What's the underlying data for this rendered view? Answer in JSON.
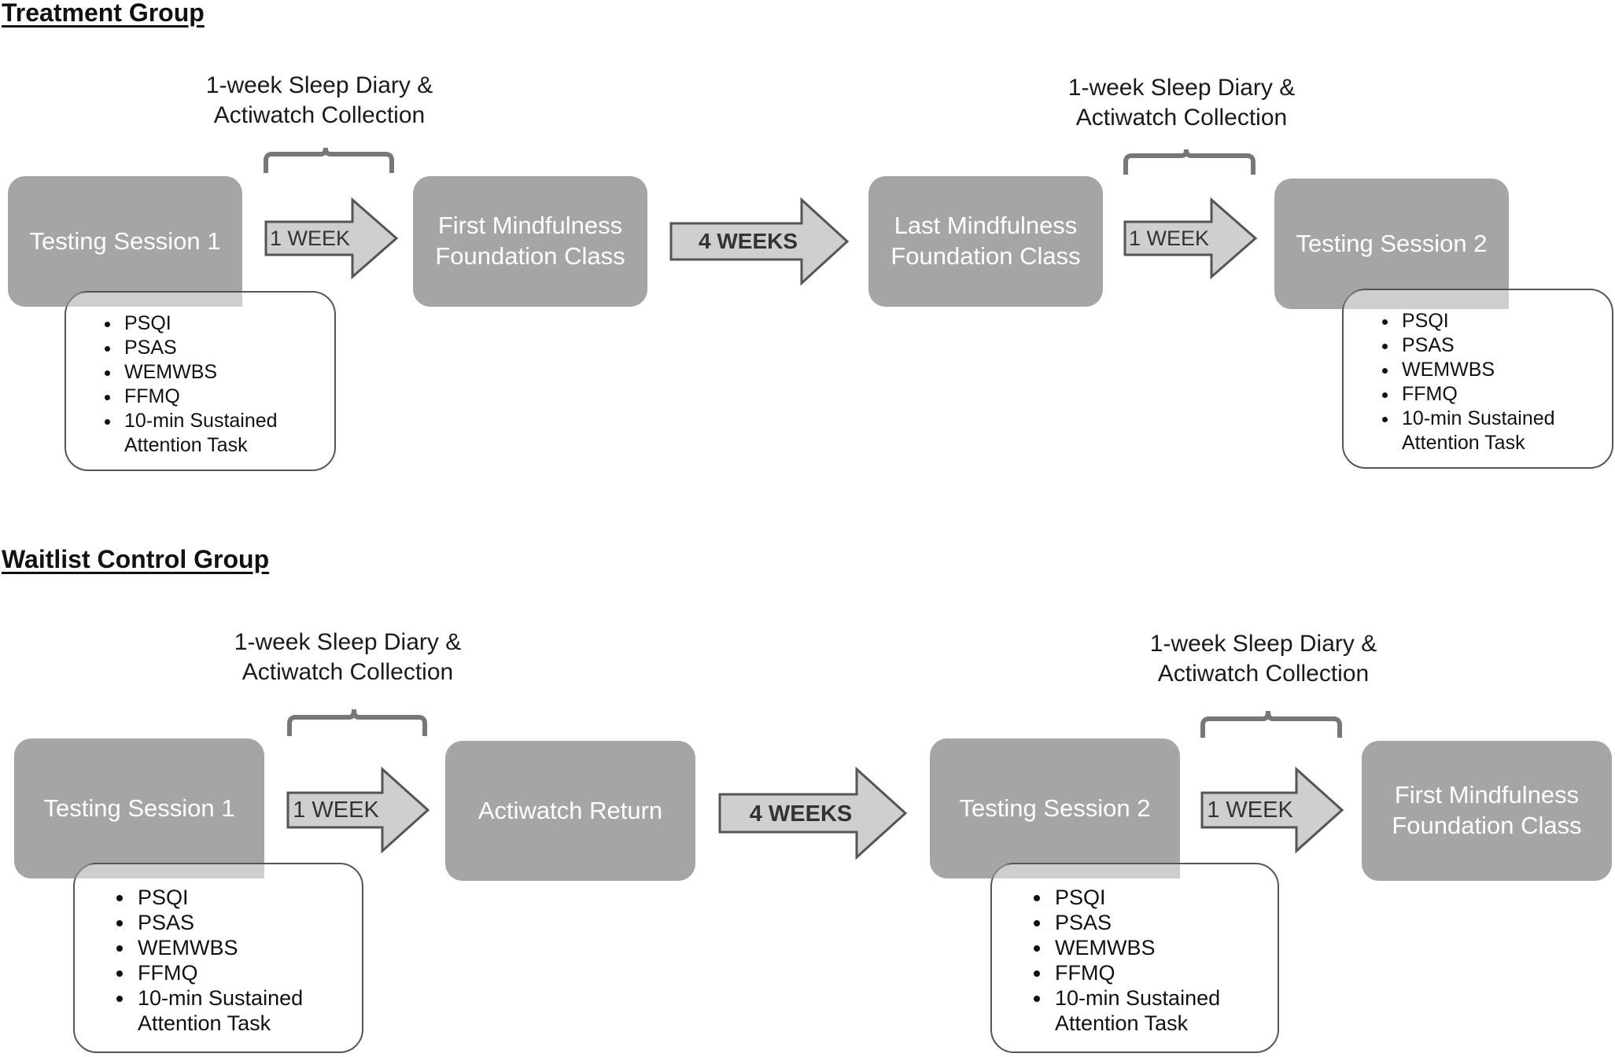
{
  "treatment": {
    "title": "Treatment Group",
    "collection_left": {
      "line1": "1-week Sleep Diary &",
      "line2": "Actiwatch Collection"
    },
    "collection_right": {
      "line1": "1-week Sleep Diary &",
      "line2": "Actiwatch Collection"
    },
    "session1": "Testing Session 1",
    "arrow1": "1 WEEK",
    "first_class": {
      "line1": "First Mindfulness",
      "line2": "Foundation Class"
    },
    "arrow2": "4 WEEKS",
    "last_class": {
      "line1": "Last Mindfulness",
      "line2": "Foundation Class"
    },
    "arrow3": "1 WEEK",
    "session2": "Testing Session 2",
    "measures_1": [
      "PSQI",
      "PSAS",
      "WEMWBS",
      "FFMQ",
      "10-min Sustained",
      "Attention Task"
    ],
    "measures_2": [
      "PSQI",
      "PSAS",
      "WEMWBS",
      "FFMQ",
      "10-min Sustained",
      "Attention Task"
    ]
  },
  "waitlist": {
    "title": "Waitlist Control Group",
    "collection_left": {
      "line1": "1-week Sleep Diary &",
      "line2": "Actiwatch Collection"
    },
    "collection_right": {
      "line1": "1-week Sleep Diary &",
      "line2": "Actiwatch Collection"
    },
    "session1": "Testing Session 1",
    "arrow1": "1 WEEK",
    "return": "Actiwatch Return",
    "arrow2": "4 WEEKS",
    "session2": "Testing Session 2",
    "arrow3": "1 WEEK",
    "first_class": {
      "line1": "First Mindfulness",
      "line2": "Foundation Class"
    },
    "measures_1": [
      "PSQI",
      "PSAS",
      "WEMWBS",
      "FFMQ",
      "10-min Sustained",
      "Attention Task"
    ],
    "measures_2": [
      "PSQI",
      "PSAS",
      "WEMWBS",
      "FFMQ",
      "10-min Sustained",
      "Attention Task"
    ]
  }
}
